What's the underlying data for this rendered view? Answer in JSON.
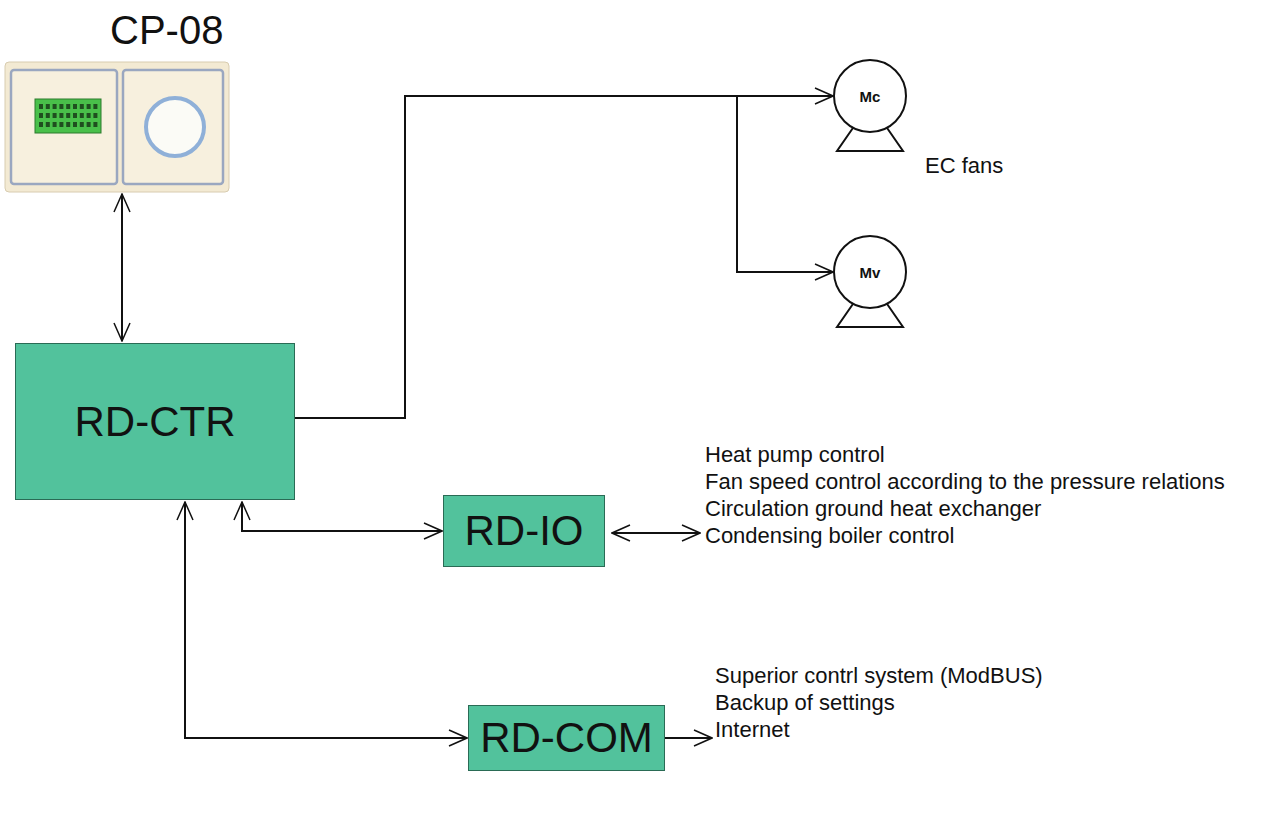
{
  "diagram": {
    "nodes": [
      {
        "text": [
          "CP-08"
        ]
      },
      {
        "text": [
          "RD-CTR"
        ]
      },
      {
        "text": [
          "RD-IO"
        ]
      },
      {
        "text": [
          "RD-COM"
        ]
      },
      {
        "text": [
          "Mc"
        ]
      },
      {
        "text": [
          "Mv"
        ]
      }
    ],
    "edges": [
      {
        "from": 0,
        "to": 1,
        "arrow": "both"
      },
      {
        "from": 1,
        "to": 4,
        "arrow": "to"
      },
      {
        "from": 1,
        "to": 5,
        "arrow": "to"
      },
      {
        "from": 1,
        "to": 2,
        "arrow": "both"
      },
      {
        "from": 1,
        "to": 3,
        "arrow": "both"
      }
    ],
    "labels": [
      "EC fans",
      "Heat pump control",
      "Fan speed control according to the pressure relations",
      "Circulation ground heat exchanger",
      "Condensing boiler control",
      "Superior contrl system (ModBUS)",
      "Backup of settings",
      "Internet"
    ]
  }
}
